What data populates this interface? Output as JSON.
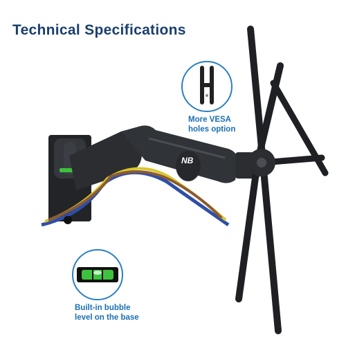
{
  "title": "Technical Specifications",
  "callouts": {
    "vesa": {
      "line1": "More VESA",
      "line2": "holes option"
    },
    "level": {
      "line1": "Built-in bubble",
      "line2": "level on the base"
    }
  },
  "logo": {
    "text": "NB"
  },
  "colors": {
    "title": "#1a3f6e",
    "caption": "#1a6fb3",
    "circle_border": "#2a7fc2",
    "metal": "#2b2d31",
    "cable_blue": "#2e4fa8",
    "cable_yellow": "#d8c62a",
    "cable_brown": "#8a5a35",
    "bubble_green": "#3ec23e"
  }
}
